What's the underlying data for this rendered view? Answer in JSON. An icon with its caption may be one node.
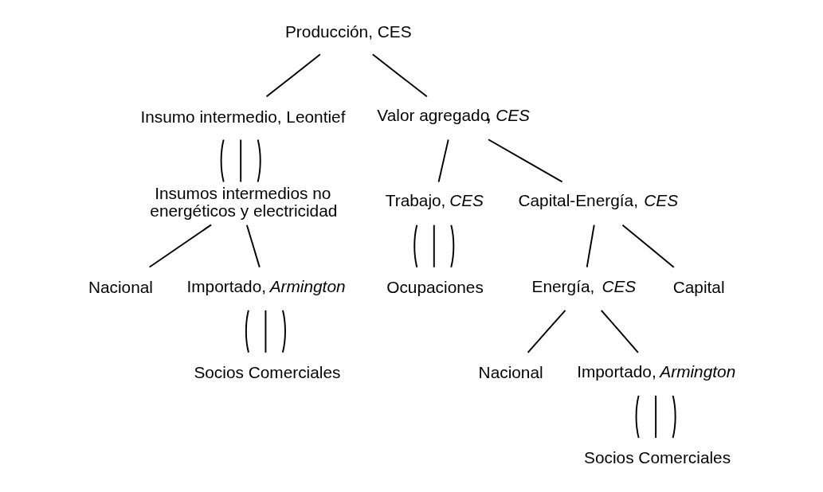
{
  "diagram": {
    "nodes": [
      {
        "text": [
          "Producción, CES"
        ]
      },
      {
        "text": [
          "Insumo intermedio, Leontief"
        ]
      },
      {
        "text": [
          "Valor agregado**,** *CES*"
        ]
      },
      {
        "text": [
          "Insumos intermedios no energéticos y electricidad"
        ]
      },
      {
        "text": [
          "Trabajo, *CES*"
        ]
      },
      {
        "text": [
          "Capital-Energía, *CES*"
        ]
      },
      {
        "text": [
          "Nacional"
        ]
      },
      {
        "text": [
          "Importado, *Armington*"
        ]
      },
      {
        "text": [
          "Ocupaciones"
        ]
      },
      {
        "text": [
          "Socios Comerciales"
        ]
      },
      {
        "text": [
          "Energía, *CES*"
        ]
      },
      {
        "text": [
          "Capital"
        ]
      },
      {
        "text": [
          "Nacional"
        ]
      },
      {
        "text": [
          "Importado, *Armington*"
        ]
      },
      {
        "text": [
          "Socios Comerciales"
        ]
      }
    ],
    "edges": [
      {
        "from": 0,
        "to": 1,
        "arrow": "none"
      },
      {
        "from": 0,
        "to": 2,
        "arrow": "none"
      },
      {
        "from": 1,
        "to": 3,
        "arrow": "none"
      },
      {
        "from": 1,
        "to": 3,
        "arrow": "none"
      },
      {
        "from": 1,
        "to": 3,
        "arrow": "none"
      },
      {
        "from": 3,
        "to": 6,
        "arrow": "none"
      },
      {
        "from": 3,
        "to": 7,
        "arrow": "none"
      },
      {
        "from": 7,
        "to": 9,
        "arrow": "none"
      },
      {
        "from": 7,
        "to": 9,
        "arrow": "none"
      },
      {
        "from": 7,
        "to": 9,
        "arrow": "none"
      },
      {
        "from": 2,
        "to": 4,
        "arrow": "none"
      },
      {
        "from": 2,
        "to": 5,
        "arrow": "none"
      },
      {
        "from": 4,
        "to": 8,
        "arrow": "none"
      },
      {
        "from": 4,
        "to": 8,
        "arrow": "none"
      },
      {
        "from": 4,
        "to": 8,
        "arrow": "none"
      },
      {
        "from": 5,
        "to": 10,
        "arrow": "none"
      },
      {
        "from": 5,
        "to": 11,
        "arrow": "none"
      },
      {
        "from": 10,
        "to": 12,
        "arrow": "none"
      },
      {
        "from": 10,
        "to": 13,
        "arrow": "none"
      },
      {
        "from": 13,
        "to": 14,
        "arrow": "none"
      },
      {
        "from": 13,
        "to": 14,
        "arrow": "none"
      },
      {
        "from": 13,
        "to": 14,
        "arrow": "none"
      }
    ]
  }
}
